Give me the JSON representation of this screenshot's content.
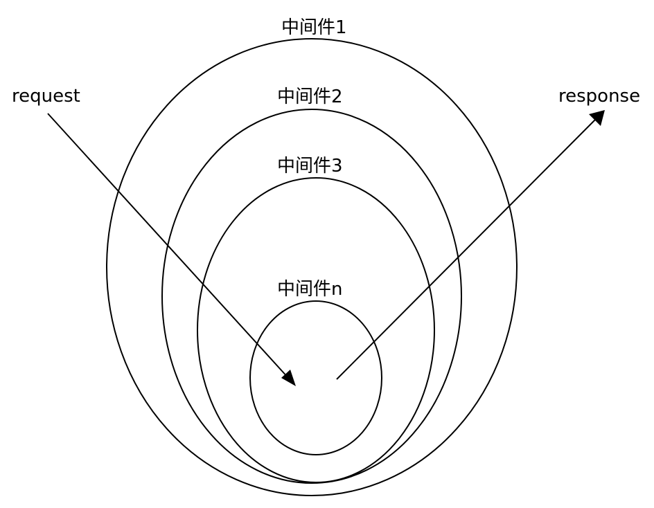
{
  "diagram": {
    "layers": [
      {
        "label": "中间件1"
      },
      {
        "label": "中间件2"
      },
      {
        "label": "中间件3"
      },
      {
        "label": "中间件n"
      }
    ],
    "flows": {
      "request": {
        "label": "request"
      },
      "response": {
        "label": "response"
      }
    },
    "colors": {
      "stroke": "#000000",
      "background": "#ffffff"
    }
  }
}
